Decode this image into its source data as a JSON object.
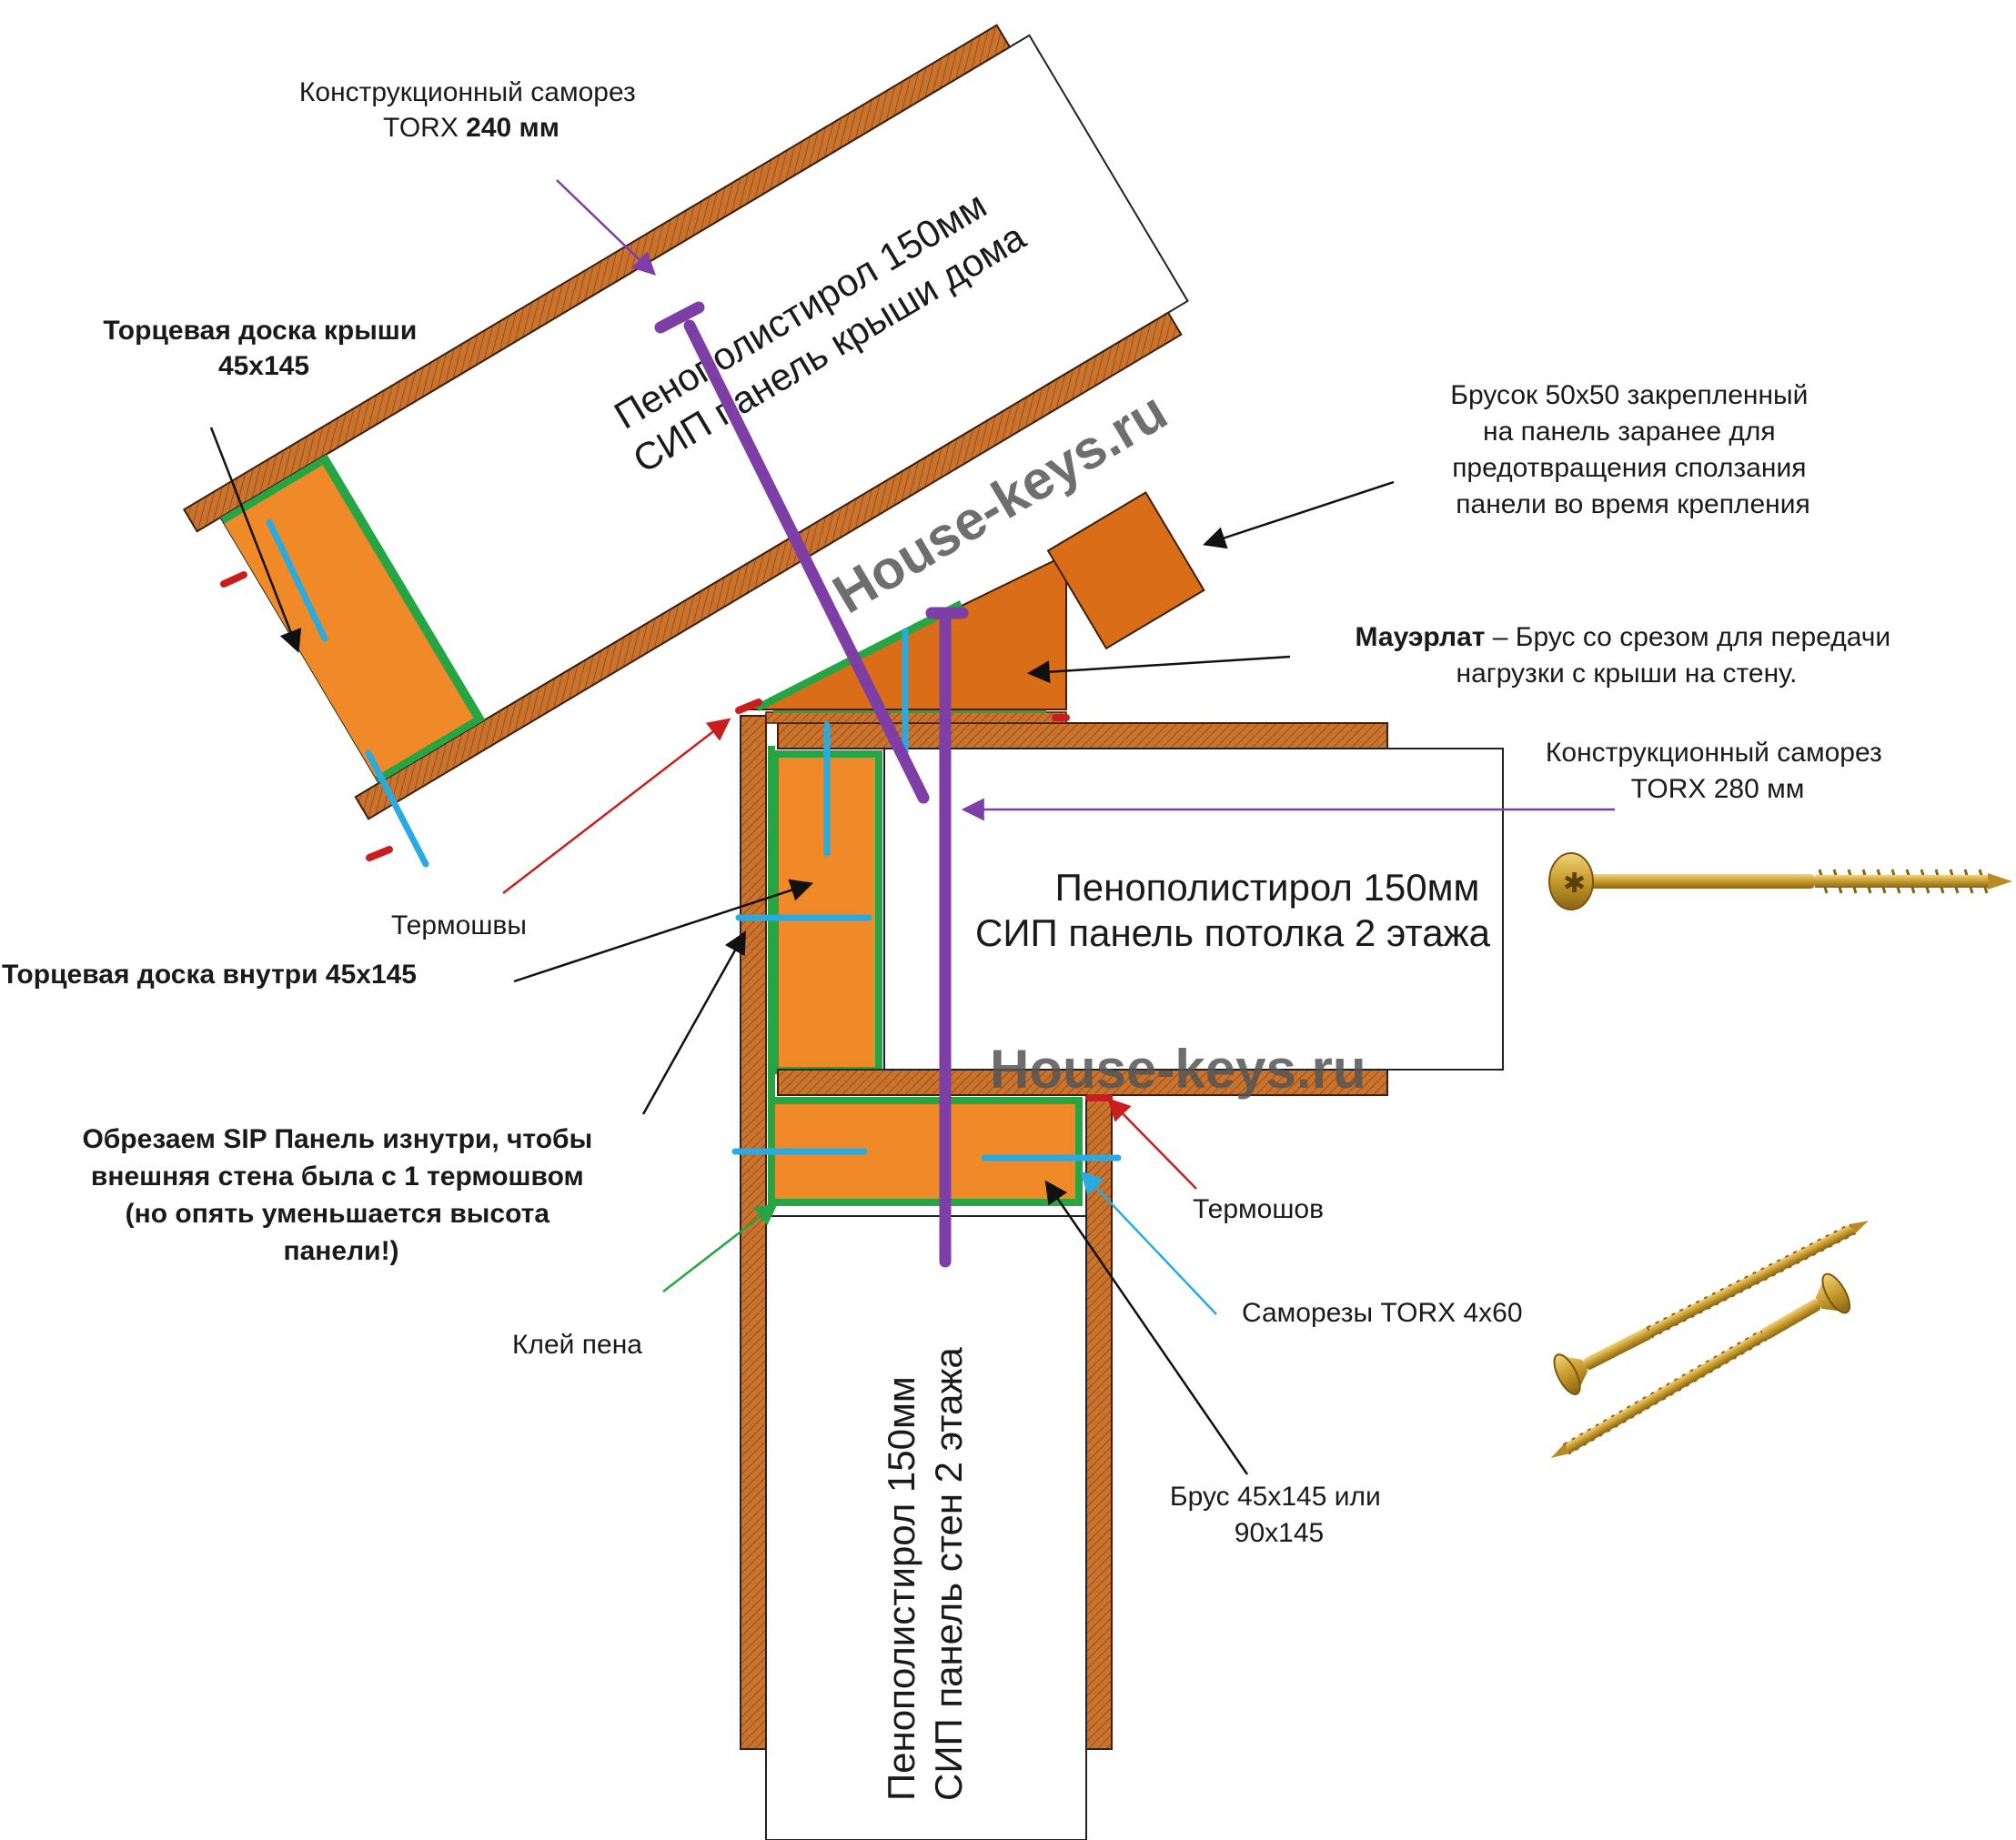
{
  "colors": {
    "osb": "#c9732e",
    "timber": "#f08a28",
    "timber_dark": "#d96d18",
    "glue": "#25a544",
    "screw_small": "#29aae1",
    "screw_long": "#7d3ea6",
    "thermo_seal": "#c81e1e",
    "arrow_black": "#111111",
    "arrow_red": "#c81e1e",
    "arrow_purple": "#7d3ea6",
    "arrow_green": "#25a544",
    "arrow_blue": "#29aae1"
  },
  "watermark": {
    "text": "House-keys.ru"
  },
  "panels": {
    "roof": {
      "line1": "Пенополистирол 150мм",
      "line2": "СИП панель крыши дома"
    },
    "ceiling": {
      "line1": "Пенополистирол 150мм",
      "line2": "СИП панель потолка 2 этажа"
    },
    "wall": {
      "line1": "Пенополистирол 150мм",
      "line2": "СИП панель стен 2 этажа"
    }
  },
  "labels": {
    "screw240": {
      "line1": "Конструкционный саморез",
      "line2_prefix": "TORX ",
      "line2_bold": "240 мм"
    },
    "roof_end_board": {
      "line1": "Торцевая доска крыши",
      "line2": "45х145"
    },
    "bar50": {
      "line1": "Брусок 50х50 закрепленный",
      "line2": "на панель заранее для",
      "line3": "предотвращения сползания",
      "line4": "панели во время крепления"
    },
    "mauerlat": {
      "bold": "Мауэрлат",
      "rest": " – Брус со срезом для передачи",
      "line2": "нагрузки с крыши на стену."
    },
    "screw280": {
      "line1": "Конструкционный саморез",
      "line2": "TORX 280 мм"
    },
    "thermo_seams": "Термошвы",
    "inner_end_board": "Торцевая доска внутри 45х145",
    "cut_sip": {
      "line1": "Обрезаем SIP Панель изнутри, чтобы",
      "line2": "внешняя стена была с 1 термошвом",
      "line3": "(но опять уменьшается высота",
      "line4": "панели!)"
    },
    "thermo_seam": "Термошов",
    "screws_4x60": "Саморезы TORX 4х60",
    "glue_foam": "Клей пена",
    "beam": {
      "line1": "Брус 45х145 или",
      "line2": "90х145"
    }
  },
  "icons": [
    "torx-280-screw-icon",
    "torx-4x60-screw-icon",
    "torx-4x60-screw-icon-2"
  ]
}
